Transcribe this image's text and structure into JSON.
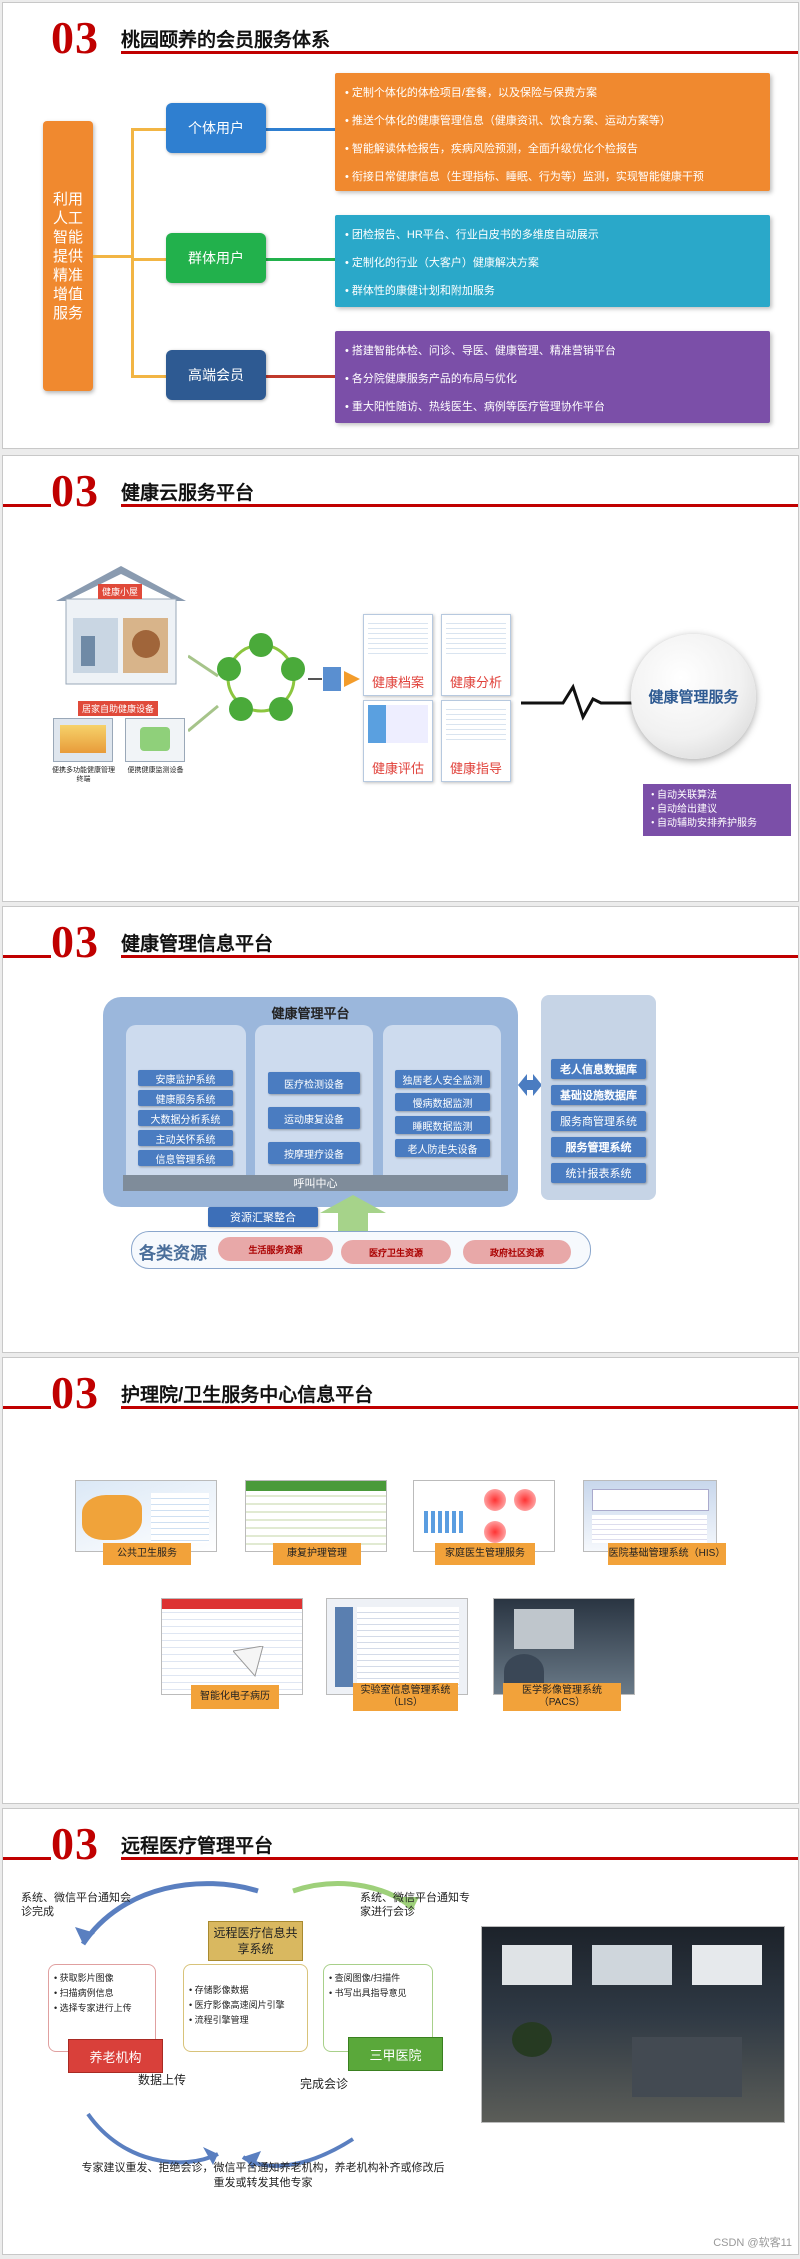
{
  "s1": {
    "num": "03",
    "title": "桃园颐养的会员服务体系",
    "left_label": "利用人工智能提供精准增值服务",
    "groups": [
      {
        "name": "个体用户",
        "items": [
          "定制个体化的体检项目/套餐，以及保险与保费方案",
          "推送个体化的健康管理信息（健康资讯、饮食方案、运动方案等）",
          "智能解读体检报告，疾病风险预测，全面升级优化个检报告",
          "衔接日常健康信息（生理指标、睡眠、行为等）监测，实现智能健康干预"
        ]
      },
      {
        "name": "群体用户",
        "items": [
          "团检报告、HR平台、行业白皮书的多维度自动展示",
          "定制化的行业（大客户）健康解决方案",
          "群体性的康健计划和附加服务"
        ]
      },
      {
        "name": "高端会员",
        "items": [
          "搭建智能体检、问诊、导医、健康管理、精准营销平台",
          "各分院健康服务产品的布局与优化",
          "重大阳性随访、热线医生、病例等医疗管理协作平台"
        ]
      }
    ],
    "colors": {
      "orange": "#f0892f",
      "blue": "#2f7fd0",
      "green": "#22b14c",
      "purple": "#7b4fa8",
      "navy": "#2e5a92"
    }
  },
  "s2": {
    "num": "03",
    "title": "健康云服务平台",
    "house_label": "健康小屋",
    "device_label": "居家自助健康设备",
    "devices": [
      "便携多功能健康管理终端",
      "便携健康监测设备"
    ],
    "cards": [
      "健康档案",
      "健康分析",
      "健康评估",
      "健康指导"
    ],
    "circle_label": "健康管理服务",
    "features": [
      "自动关联算法",
      "自动给出建议",
      "自动辅助安排养护服务"
    ]
  },
  "s3": {
    "num": "03",
    "title": "健康管理信息平台",
    "platform_title": "健康管理平台",
    "col1": [
      "安康监护系统",
      "健康服务系统",
      "大数据分析系统",
      "主动关怀系统",
      "信息管理系统"
    ],
    "col2": [
      "医疗检测设备",
      "运动康复设备",
      "按摩理疗设备"
    ],
    "col3": [
      "独居老人安全监测",
      "慢病数据监测",
      "睡眠数据监测",
      "老人防走失设备"
    ],
    "right": [
      "老人信息数据库",
      "基础设施数据库",
      "服务商管理系统",
      "服务管理系统",
      "统计报表系统"
    ],
    "call_center": "呼叫中心",
    "aggregation": "资源汇聚整合",
    "resources_label": "各类资源",
    "resources": [
      "生活服务资源",
      "医疗卫生资源",
      "政府社区资源"
    ]
  },
  "s4": {
    "num": "03",
    "title": "护理院/卫生服务中心信息平台",
    "row1": [
      "公共卫生服务",
      "康复护理管理",
      "家庭医生管理服务",
      "医院基础管理系统（HIS）"
    ],
    "row2": [
      "智能化电子病历",
      "实验室信息管理系统（LIS）",
      "医学影像管理系统（PACS）"
    ]
  },
  "s5": {
    "num": "03",
    "title": "远程医疗管理平台",
    "left_note": "系统、微信平台通知会诊完成",
    "right_note": "系统、微信平台通知专家进行会诊",
    "center_title": "远程医疗信息共享系统",
    "left_list": [
      "获取影片图像",
      "扫描病例信息",
      "选择专家进行上传"
    ],
    "center_list": [
      "存储影像数据",
      "医疗影像高速阅片引擎",
      "流程引擎管理"
    ],
    "right_list": [
      "查阅图像/扫描件",
      "书写出具指导意见"
    ],
    "left_node": "养老机构",
    "right_node": "三甲医院",
    "upload": "数据上传",
    "complete": "完成会诊",
    "bottom_text": "专家建议重发、拒绝会诊，微信平台通知养老机构，养老机构补齐或修改后重发或转发其他专家",
    "watermark": "CSDN @软客11"
  }
}
